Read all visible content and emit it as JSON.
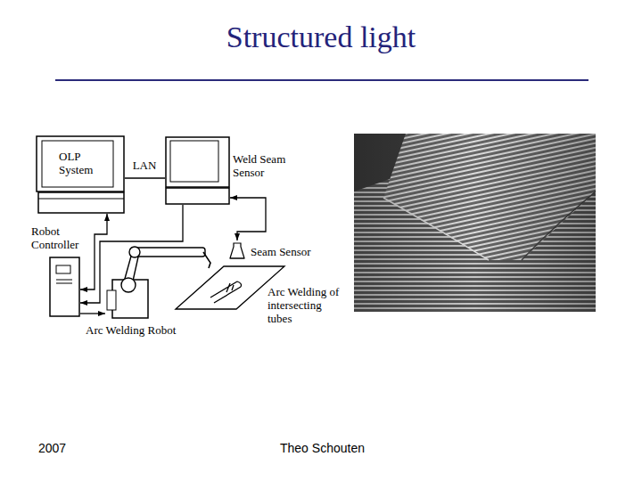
{
  "diagram": {
    "title": "Structured light",
    "nodes": [
      {
        "text": [
          "OLP System"
        ]
      },
      {
        "text": [
          "Weld Seam Sensor"
        ]
      },
      {
        "text": [
          "Robot Controller"
        ]
      },
      {
        "text": [
          "Seam Sensor"
        ]
      },
      {
        "text": [
          "Arc Welding Robot"
        ]
      },
      {
        "text": [
          "Arc Welding of intersecting tubes"
        ]
      }
    ],
    "edges": [
      {
        "from": 0,
        "to": 1,
        "arrow": "none",
        "label": "LAN"
      },
      {
        "from": 0,
        "to": 2,
        "arrow": "both"
      },
      {
        "from": 1,
        "to": 2,
        "arrow": "to"
      },
      {
        "from": 1,
        "to": 3,
        "arrow": "both"
      },
      {
        "from": 2,
        "to": 4,
        "arrow": "to"
      }
    ],
    "labels": [
      "2007",
      "Theo Schouten"
    ]
  }
}
